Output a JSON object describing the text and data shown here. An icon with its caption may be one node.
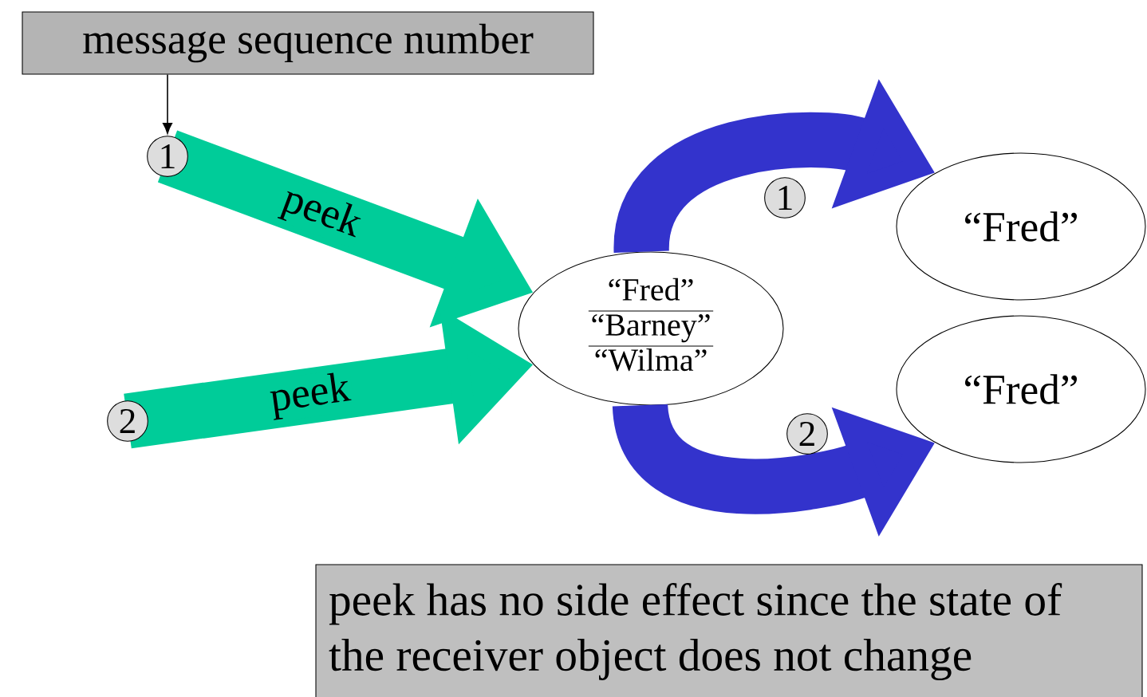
{
  "diagram": {
    "nodes": [
      {
        "text": [
          "message sequence number"
        ]
      },
      {
        "text": [
          "1"
        ]
      },
      {
        "text": [
          "2"
        ]
      },
      {
        "text": [
          "“Fred”",
          "“Barney”",
          "“Wilma”"
        ]
      },
      {
        "text": [
          "“Fred”"
        ]
      },
      {
        "text": [
          "“Fred”"
        ]
      },
      {
        "text": [
          "1"
        ]
      },
      {
        "text": [
          "2"
        ]
      },
      {
        "text": [
          "peek has no side effect since the state of the receiver object does not change"
        ]
      }
    ],
    "edges": [
      {
        "from": 0,
        "to": 1,
        "arrow": "to",
        "color": "#000000"
      },
      {
        "from": 1,
        "to": 3,
        "arrow": "to",
        "label": "peek",
        "color": "#00cc99"
      },
      {
        "from": 2,
        "to": 3,
        "arrow": "to",
        "label": "peek",
        "color": "#00cc99"
      },
      {
        "from": 3,
        "to": 4,
        "arrow": "to",
        "color": "#3333cc"
      },
      {
        "from": 3,
        "to": 5,
        "arrow": "to",
        "color": "#3333cc"
      }
    ]
  }
}
